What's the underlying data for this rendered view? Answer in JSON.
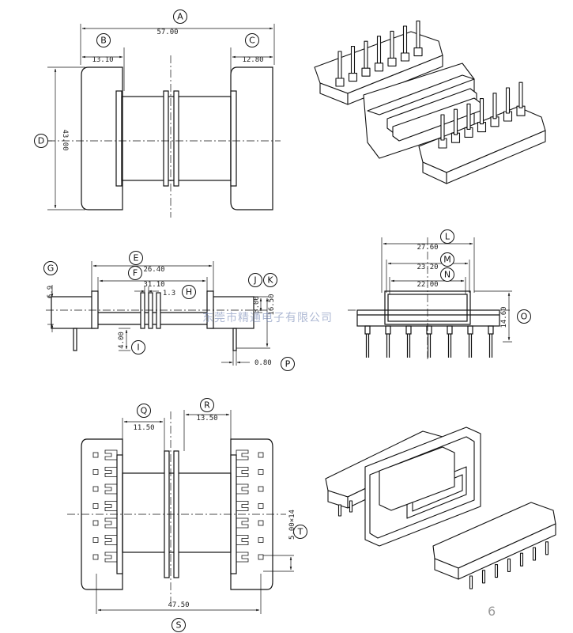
{
  "dimensions": {
    "A": "57.00",
    "B": "13.10",
    "C": "12.80",
    "D": "43.00",
    "E": "26.40",
    "F": "31.10",
    "G": "6.9",
    "H": "1.3",
    "I": "4.00",
    "J": "3.00",
    "K": "16.50",
    "O": "14.60",
    "P": "0.80",
    "L": "27.60",
    "M": "23.20",
    "N": "22.00",
    "Q": "11.50",
    "R": "13.50",
    "S": "47.50",
    "T": "5.00×14"
  },
  "watermark": "东莞市精通电子有限公司",
  "page_number": "6"
}
